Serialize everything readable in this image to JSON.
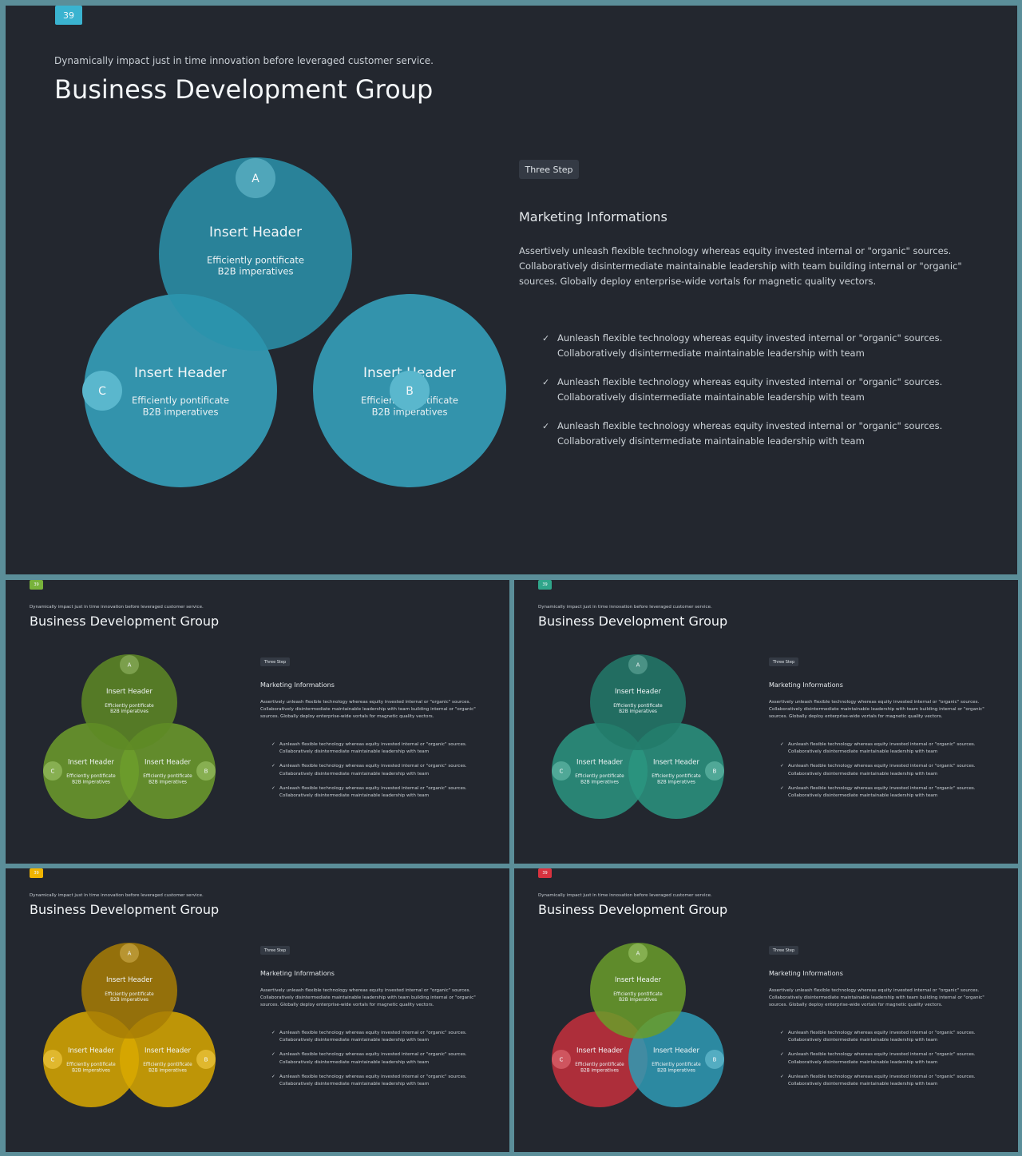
{
  "slides": [
    {
      "number": "39",
      "accent": "#3ab3d0",
      "subtitle": "Dynamically impact just in time innovation  before leveraged customer service.",
      "title": "Business Development Group",
      "tag": "Three Step",
      "marketing_header": "Marketing  Informations",
      "paragraph": "Assertively unleash flexible technology whereas equity invested internal or \"organic\" sources.\nCollaboratively disintermediate maintainable leadership with team building internal or \"organic\"\nsources. Globally deploy enterprise-wide vortals for magnetic quality vectors.",
      "bullets": [
        "Aunleash flexible technology whereas equity invested internal or \"organic\" sources.\nCollaboratively disintermediate maintainable leadership with team",
        "Aunleash flexible technology whereas equity invested internal or \"organic\" sources.\nCollaboratively disintermediate maintainable leadership with team",
        "Aunleash flexible technology whereas equity invested internal or \"organic\" sources.\nCollaboratively disintermediate maintainable leadership with team"
      ],
      "check_icon": "check-icon",
      "circles": {
        "A": {
          "letter": "A",
          "header": "Insert Header",
          "text1": "Efficiently pontificate",
          "text2": "B2B imperatives",
          "color": "#2a93ab"
        },
        "B": {
          "letter": "B",
          "header": "Insert Header",
          "text1": "Efficiently pontificate",
          "text2": "B2B imperatives",
          "color": "#36a7c2"
        },
        "C": {
          "letter": "C",
          "header": "Insert Header",
          "text1": "Efficiently pontificate",
          "text2": "B2B imperatives",
          "color": "#36a7c2"
        }
      }
    },
    {
      "number": "39",
      "accent": "#78b23b",
      "subtitle": "Dynamically impact just in time innovation  before leveraged customer service.",
      "title": "Business Development Group",
      "tag": "Three Step",
      "marketing_header": "Marketing  Informations",
      "paragraph": "Assertively unleash flexible technology whereas equity invested internal or \"organic\" sources.\nCollaboratively disintermediate maintainable leadership with team building internal or \"organic\"\nsources. Globally deploy enterprise-wide vortals for magnetic quality vectors.",
      "bullets": [
        "Aunleash flexible technology whereas equity invested internal or \"organic\" sources.\nCollaboratively disintermediate maintainable leadership with team",
        "Aunleash flexible technology whereas equity invested internal or \"organic\" sources.\nCollaboratively disintermediate maintainable leadership with team",
        "Aunleash flexible technology whereas equity invested internal or \"organic\" sources.\nCollaboratively disintermediate maintainable leadership with team"
      ],
      "check_icon": "check-icon",
      "circles": {
        "A": {
          "letter": "A",
          "header": "Insert Header",
          "text1": "Efficiently pontificate",
          "text2": "B2B imperatives",
          "color": "#5e8a25"
        },
        "B": {
          "letter": "B",
          "header": "Insert Header",
          "text1": "Efficiently pontificate",
          "text2": "B2B imperatives",
          "color": "#6d9e2b"
        },
        "C": {
          "letter": "C",
          "header": "Insert Header",
          "text1": "Efficiently pontificate",
          "text2": "B2B imperatives",
          "color": "#6d9e2b"
        }
      }
    },
    {
      "number": "39",
      "accent": "#2fa58a",
      "subtitle": "Dynamically impact just in time innovation  before leveraged customer service.",
      "title": "Business Development Group",
      "tag": "Three Step",
      "marketing_header": "Marketing  Informations",
      "paragraph": "Assertively unleash flexible technology whereas equity invested internal or \"organic\" sources.\nCollaboratively disintermediate maintainable leadership with team building internal or \"organic\"\nsources. Globally deploy enterprise-wide vortals for magnetic quality vectors.",
      "bullets": [
        "Aunleash flexible technology whereas equity invested internal or \"organic\" sources.\nCollaboratively disintermediate maintainable leadership with team",
        "Aunleash flexible technology whereas equity invested internal or \"organic\" sources.\nCollaboratively disintermediate maintainable leadership with team",
        "Aunleash flexible technology whereas equity invested internal or \"organic\" sources.\nCollaboratively disintermediate maintainable leadership with team"
      ],
      "check_icon": "check-icon",
      "circles": {
        "A": {
          "letter": "A",
          "header": "Insert Header",
          "text1": "Efficiently pontificate",
          "text2": "B2B imperatives",
          "color": "#227a6a"
        },
        "B": {
          "letter": "B",
          "header": "Insert Header",
          "text1": "Efficiently pontificate",
          "text2": "B2B imperatives",
          "color": "#2a9580"
        },
        "C": {
          "letter": "C",
          "header": "Insert Header",
          "text1": "Efficiently pontificate",
          "text2": "B2B imperatives",
          "color": "#2a9580"
        }
      }
    },
    {
      "number": "39",
      "accent": "#f0b400",
      "subtitle": "Dynamically impact just in time innovation  before leveraged customer service.",
      "title": "Business Development Group",
      "tag": "Three Step",
      "marketing_header": "Marketing  Informations",
      "paragraph": "Assertively unleash flexible technology whereas equity invested internal or \"organic\" sources.\nCollaboratively disintermediate maintainable leadership with team building internal or \"organic\"\nsources. Globally deploy enterprise-wide vortals for magnetic quality vectors.",
      "bullets": [
        "Aunleash flexible technology whereas equity invested internal or \"organic\" sources.\nCollaboratively disintermediate maintainable leadership with team",
        "Aunleash flexible technology whereas equity invested internal or \"organic\" sources.\nCollaboratively disintermediate maintainable leadership with team",
        "Aunleash flexible technology whereas equity invested internal or \"organic\" sources.\nCollaboratively disintermediate maintainable leadership with team"
      ],
      "check_icon": "check-icon",
      "circles": {
        "A": {
          "letter": "A",
          "header": "Insert Header",
          "text1": "Efficiently pontificate",
          "text2": "B2B imperatives",
          "color": "#a87e05"
        },
        "B": {
          "letter": "B",
          "header": "Insert Header",
          "text1": "Efficiently pontificate",
          "text2": "B2B imperatives",
          "color": "#d9a900"
        },
        "C": {
          "letter": "C",
          "header": "Insert Header",
          "text1": "Efficiently pontificate",
          "text2": "B2B imperatives",
          "color": "#d9a900"
        }
      }
    },
    {
      "number": "39",
      "accent": "#d9323f",
      "subtitle": "Dynamically impact just in time innovation  before leveraged customer service.",
      "title": "Business Development Group",
      "tag": "Three Step",
      "marketing_header": "Marketing  Informations",
      "paragraph": "Assertively unleash flexible technology whereas equity invested internal or \"organic\" sources.\nCollaboratively disintermediate maintainable leadership with team building internal or \"organic\"\nsources. Globally deploy enterprise-wide vortals for magnetic quality vectors.",
      "bullets": [
        "Aunleash flexible technology whereas equity invested internal or \"organic\" sources.\nCollaboratively disintermediate maintainable leadership with team",
        "Aunleash flexible technology whereas equity invested internal or \"organic\" sources.\nCollaboratively disintermediate maintainable leadership with team",
        "Aunleash flexible technology whereas equity invested internal or \"organic\" sources.\nCollaboratively disintermediate maintainable leadership with team"
      ],
      "check_icon": "check-icon",
      "circles": {
        "A": {
          "letter": "A",
          "header": "Insert Header",
          "text1": "Efficiently pontificate",
          "text2": "B2B imperatives",
          "color": "#6a9d2a"
        },
        "B": {
          "letter": "B",
          "header": "Insert Header",
          "text1": "Efficiently pontificate",
          "text2": "B2B imperatives",
          "color": "#2e9bb5"
        },
        "C": {
          "letter": "C",
          "header": "Insert Header",
          "text1": "Efficiently pontificate",
          "text2": "B2B imperatives",
          "color": "#c5303c"
        }
      }
    }
  ]
}
